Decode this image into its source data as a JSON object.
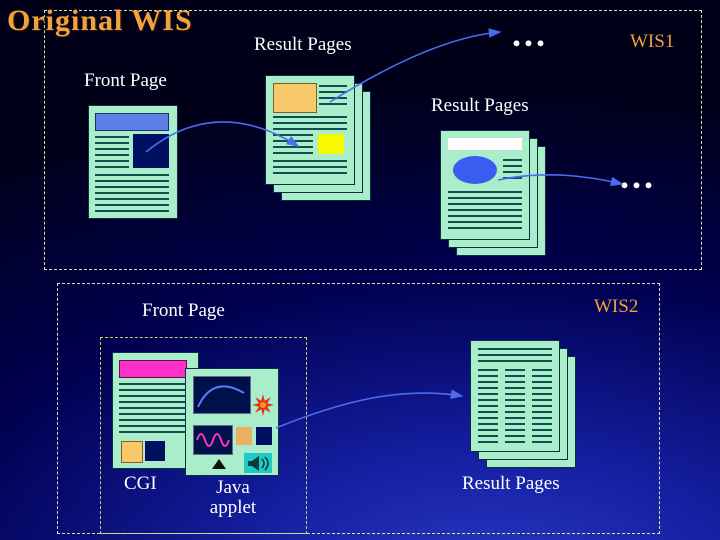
{
  "title": "Original WIS",
  "wis1": {
    "name": "WIS1",
    "front_page": "Front Page",
    "result_pages_top": "Result Pages",
    "result_pages_mid": "Result Pages",
    "ellipsis_top": "...",
    "ellipsis_right": "..."
  },
  "wis2": {
    "name": "WIS2",
    "front_page": "Front Page",
    "cgi": "CGI",
    "java_line1": "Java",
    "java_line2": "applet",
    "result_pages": "Result Pages"
  },
  "colors": {
    "background_dark": "#000018",
    "background_bright": "#2b3cc8",
    "page_mint": "#a9edca",
    "accent_orange": "#f2a23c",
    "arrow_blue": "#4a6cf0",
    "label_white": "#ffffff"
  }
}
